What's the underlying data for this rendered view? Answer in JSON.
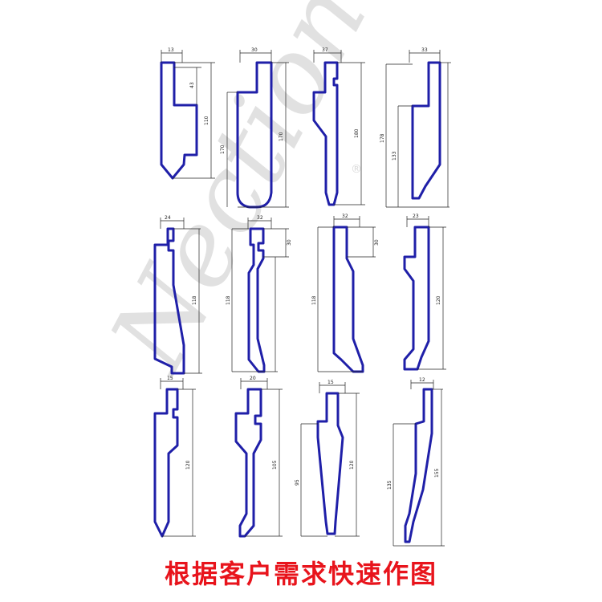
{
  "caption": "根据客户需求快速作图",
  "watermark": {
    "text": "Nection",
    "mark": "®"
  },
  "colors": {
    "outline": "#1f1fa8",
    "dimension": "#222222",
    "caption": "#e8141c",
    "watermark": "#c9c9c9"
  },
  "dimension_labels": {
    "r1": [
      "13",
      "43",
      "110",
      "30",
      "170",
      "170",
      "37",
      "180",
      "33",
      "178",
      "133"
    ],
    "r2": [
      "24",
      "118",
      "32",
      "30",
      "118",
      "32",
      "30",
      "118",
      "23",
      "120"
    ],
    "r3": [
      "15",
      "120",
      "20",
      "105",
      "15",
      "120",
      "95",
      "12",
      "135",
      "155"
    ]
  }
}
